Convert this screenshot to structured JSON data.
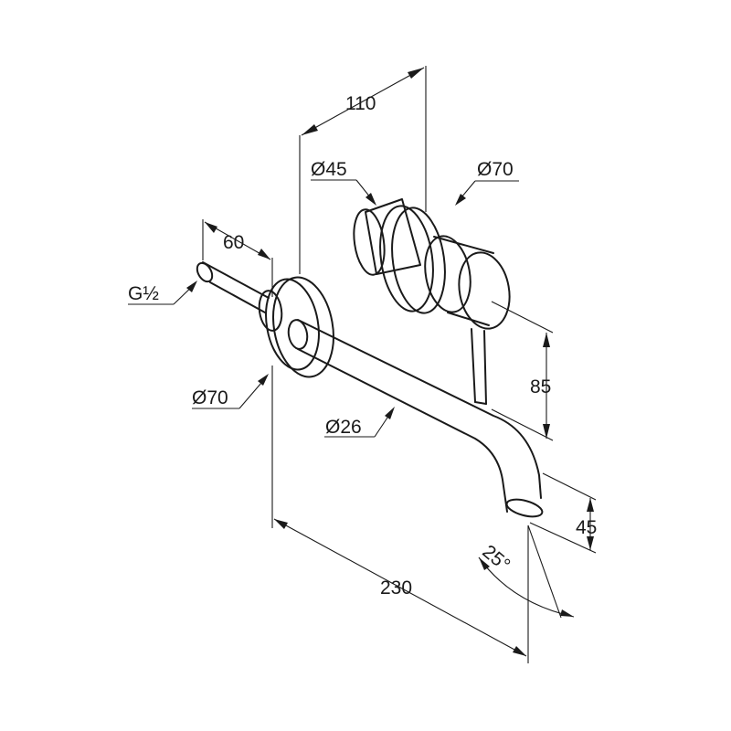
{
  "dimensions": {
    "width_110": "110",
    "dia_45": "Ø45",
    "dia_70_top": "Ø70",
    "width_60": "60",
    "thread": "G½",
    "dia_70_left": "Ø70",
    "dia_26": "Ø26",
    "height_85": "85",
    "height_45": "45",
    "angle_25": "25°",
    "length_230": "230"
  },
  "colors": {
    "line": "#1a1a1a",
    "background": "#ffffff"
  }
}
